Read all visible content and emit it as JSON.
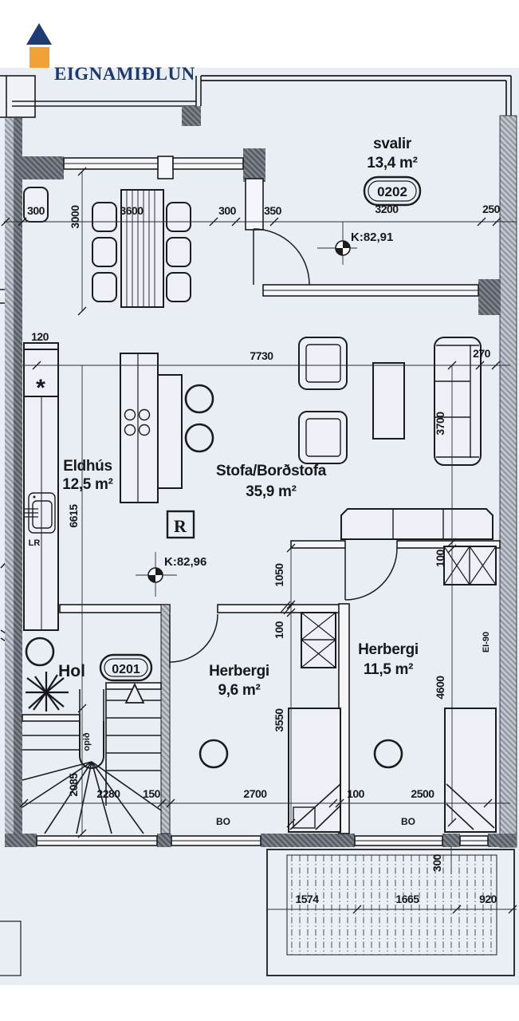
{
  "logo": {
    "text": "EIGNAMIÐLUN",
    "navy": "#1e3c72",
    "orange": "#f0a238"
  },
  "unit_badges": {
    "balcony": "0202",
    "hall": "0201"
  },
  "rooms": {
    "balcony": {
      "name": "svalir",
      "area": "13,4 m²"
    },
    "kitchen": {
      "name": "Eldhús",
      "area": "12,5 m²"
    },
    "living": {
      "name": "Stofa/Borðstofa",
      "area": "35,9 m²"
    },
    "bedroom1": {
      "name": "Herbergi",
      "area": "9,6 m²"
    },
    "bedroom2": {
      "name": "Herbergi",
      "area": "11,5 m²"
    },
    "hall": {
      "name": "Hol"
    }
  },
  "levels": {
    "balcony_marker": "K:82,91",
    "living_marker": "K:82,96"
  },
  "dims": {
    "w300a": "300",
    "h3000": "3000",
    "w3600": "3600",
    "w300b": "300",
    "w350": "350",
    "w3200": "3200",
    "w250": "250",
    "w120": "120",
    "w7730": "7730",
    "w270": "270",
    "h6615": "6615",
    "h3700": "3700",
    "h1050": "1050",
    "t100a": "100",
    "t100b": "100",
    "t100c": "100",
    "h3550": "3550",
    "h4600": "4600",
    "h2085": "2085",
    "w2280": "2280",
    "w150": "150",
    "w2700": "2700",
    "w2500": "2500",
    "deck300": "300",
    "w1574": "1574",
    "w1665": "1665",
    "w920": "920"
  },
  "annotations": {
    "r_symbol": "R",
    "open": "opið",
    "fire": "EI-90",
    "bed1": "BO",
    "bed2": "BO",
    "sink": "LR",
    "freezer": "*"
  }
}
